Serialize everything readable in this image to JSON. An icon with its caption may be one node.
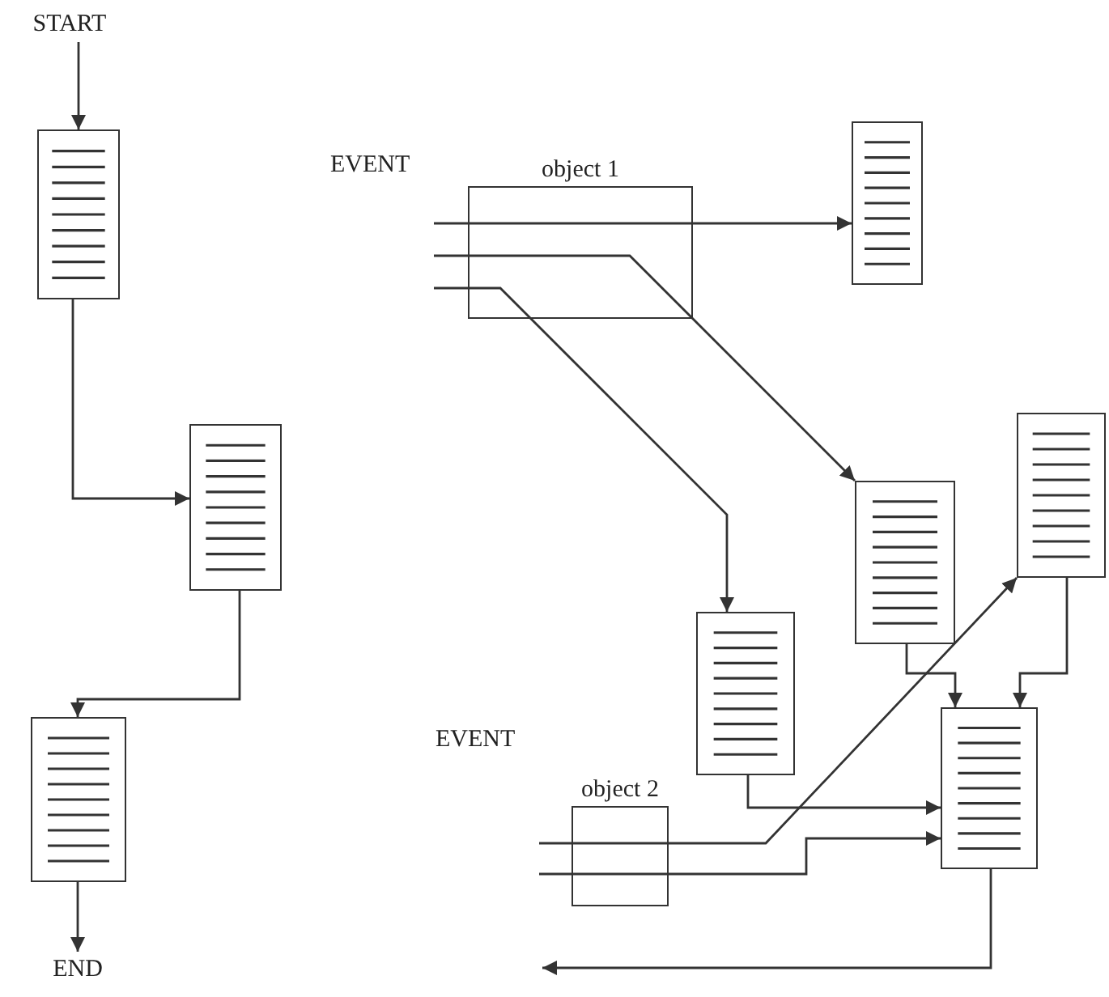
{
  "diagram": {
    "nodes": [
      {
        "text": [
          "START"
        ]
      },
      {
        "text": [],
        "shape": "box"
      },
      {
        "text": [],
        "shape": "box"
      },
      {
        "text": [],
        "shape": "box"
      },
      {
        "text": [
          "END"
        ]
      },
      {
        "text": [
          "object 1"
        ]
      },
      {
        "text": [],
        "shape": "box"
      },
      {
        "text": [],
        "shape": "box"
      },
      {
        "text": [],
        "shape": "box"
      },
      {
        "text": [],
        "shape": "box"
      },
      {
        "text": [],
        "shape": "box"
      },
      {
        "text": [
          "object 2"
        ]
      }
    ],
    "edges": [
      {
        "from": 0,
        "to": 1,
        "arrow": "to"
      },
      {
        "from": 1,
        "to": 2,
        "arrow": "to"
      },
      {
        "from": 2,
        "to": 3,
        "arrow": "to"
      },
      {
        "from": 3,
        "to": 4,
        "arrow": "to"
      },
      {
        "from": null,
        "to": 6,
        "arrow": "to"
      },
      {
        "from": null,
        "to": 7,
        "arrow": "to"
      },
      {
        "from": null,
        "to": 8,
        "arrow": "to"
      },
      {
        "from": null,
        "to": 10,
        "arrow": "to"
      },
      {
        "from": null,
        "to": 9,
        "arrow": "to"
      },
      {
        "from": 9,
        "to": 10,
        "arrow": "to"
      },
      {
        "from": 7,
        "to": 10,
        "arrow": "to"
      },
      {
        "from": 8,
        "to": 10,
        "arrow": "to"
      },
      {
        "from": 10,
        "to": null,
        "arrow": "to"
      }
    ],
    "labels": [
      "EVENT",
      "EVENT"
    ]
  }
}
